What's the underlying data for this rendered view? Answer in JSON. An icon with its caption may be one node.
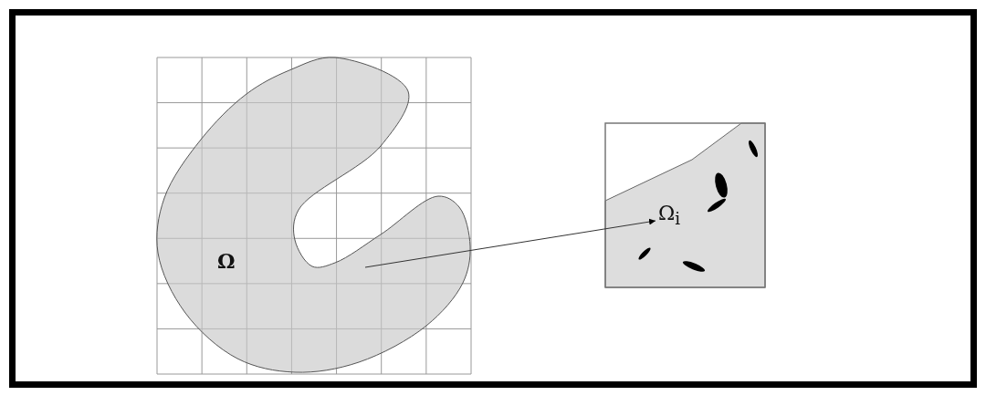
{
  "diagram": {
    "nodes": [
      {
        "text": [
          "Ω"
        ]
      },
      {
        "text": [
          "Ω$_{i}$"
        ]
      }
    ],
    "edges": [
      {
        "from": 0,
        "to": 1,
        "arrow": "to"
      }
    ]
  }
}
